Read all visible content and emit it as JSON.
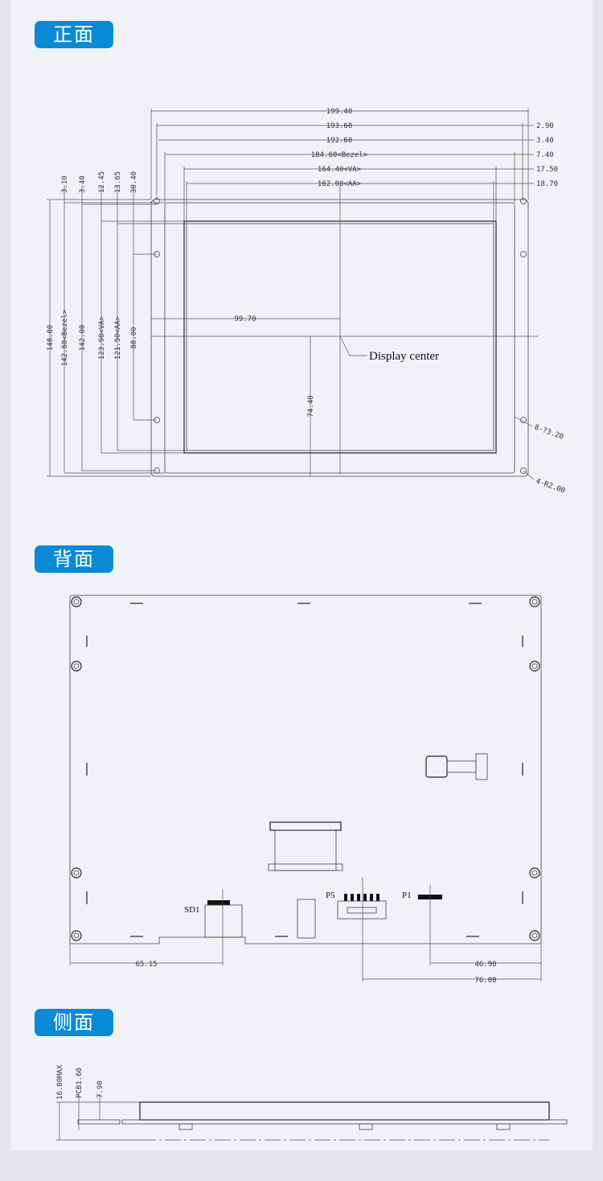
{
  "sections": {
    "front": "正面",
    "back": "背面",
    "side": "侧面"
  },
  "front": {
    "top_dims": [
      "199.40",
      "193.60",
      "192.60",
      "184.60<Bezel>",
      "164.40<VA>",
      "162.00<AA>"
    ],
    "right_dims": [
      "2.90",
      "3.40",
      "7.40",
      "17.50",
      "18.70"
    ],
    "left_dims": [
      "148.80",
      "142.60<Bezel>",
      "142.00",
      "123.90<VA>",
      "121.50<AA>",
      "88.00"
    ],
    "left_top_dims": [
      "3.10",
      "3.40",
      "12.45",
      "13.65",
      "30.40"
    ],
    "center_h": "99.70",
    "center_v": "74.40",
    "display_center": "Display center",
    "holes_note": "8-?3.20",
    "radius_note": "4-R2.00"
  },
  "back": {
    "connectors": [
      "SD1",
      "P5",
      "P1"
    ],
    "dims": [
      "65.15",
      "46.90",
      "76.00"
    ]
  },
  "side": {
    "dims": [
      "16.80MAX",
      "PCB1.60",
      "7.90"
    ]
  },
  "colors": {
    "badge": "#0a8ad6",
    "panel": "#f1f2f6"
  }
}
